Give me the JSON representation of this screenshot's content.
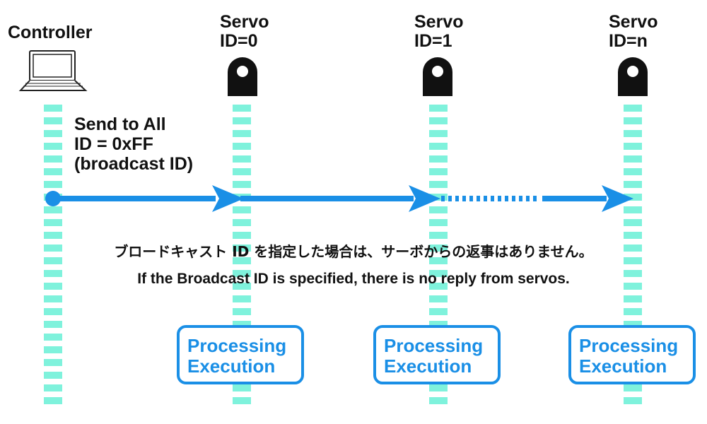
{
  "nodes": {
    "controller": {
      "label": "Controller",
      "icon": "laptop-icon"
    },
    "servo0": {
      "label_line1": "Servo",
      "label_line2": "ID=0",
      "icon": "servo-icon"
    },
    "servo1": {
      "label_line1": "Servo",
      "label_line2": "ID=1",
      "icon": "servo-icon"
    },
    "servon": {
      "label_line1": "Servo",
      "label_line2": "ID=n",
      "icon": "servo-icon"
    }
  },
  "message": {
    "line1": "Send to All",
    "line2": "ID = 0xFF",
    "line3": "(broadcast ID)"
  },
  "notes": {
    "japanese": "ブロードキャスト ID を指定した場合は、サーボからの返事はありません。",
    "english": "If the Broadcast ID is specified, there is no reply from servos."
  },
  "processing": [
    {
      "line1": "Processing",
      "line2": "Execution"
    },
    {
      "line1": "Processing",
      "line2": "Execution"
    },
    {
      "line1": "Processing",
      "line2": "Execution"
    }
  ],
  "colors": {
    "lifeline": "#7ff2dc",
    "arrow": "#1a8fe6",
    "box_border": "#1a8fe6",
    "box_text": "#1a8fe6",
    "servo": "#111111"
  }
}
